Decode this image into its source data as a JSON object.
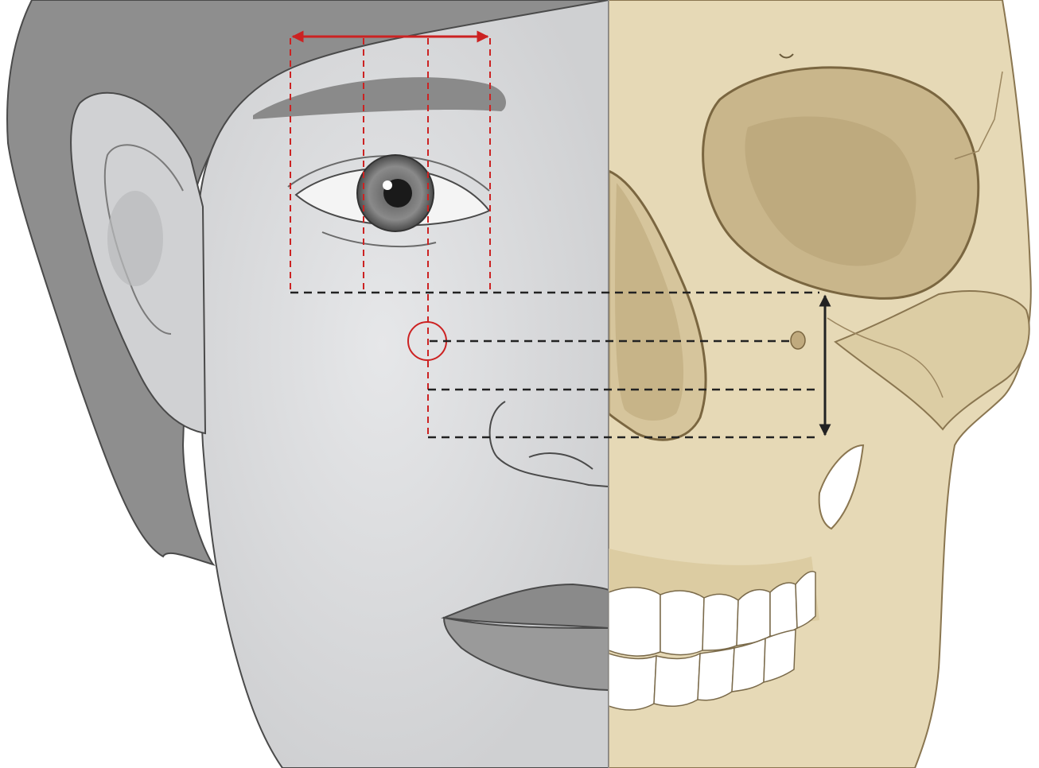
{
  "colors": {
    "background": "#ffffff",
    "hair": "#8e8e8e",
    "skin": "#d9dadc",
    "skin_shadow": "#bfc0c2",
    "skin_outline": "#4a4a4a",
    "bone": "#e6d9b6",
    "bone_shadow": "#cbb88e",
    "bone_outline": "#8a7650",
    "teeth": "#ffffff",
    "guide_red": "#cc2222",
    "guide_black": "#222222"
  },
  "icons": {
    "horizontal_arrow": "double-headed-arrow-red",
    "vertical_arrow": "double-headed-arrow-black",
    "landmark": "circle-marker-red"
  }
}
